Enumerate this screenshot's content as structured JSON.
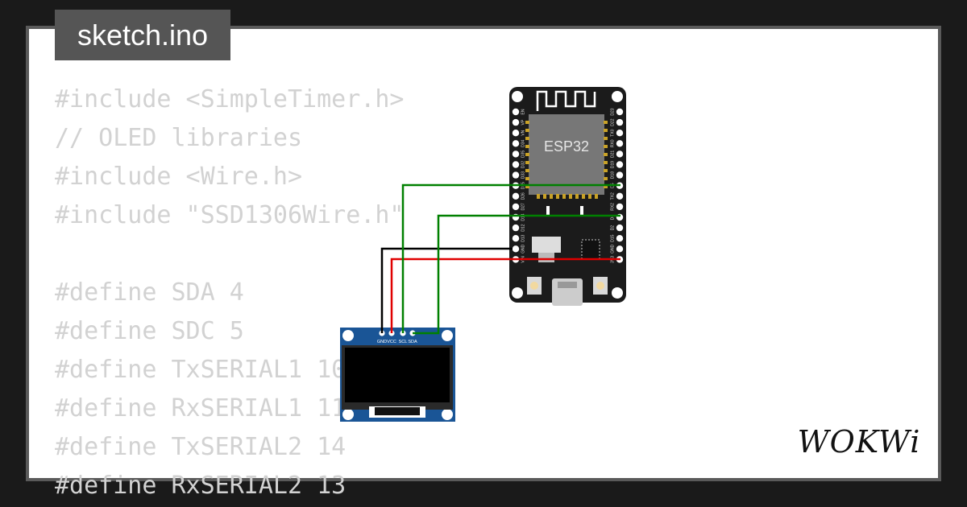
{
  "tab": {
    "filename": "sketch.ino"
  },
  "editor": {
    "code_lines": [
      "#include <SimpleTimer.h>",
      "// OLED libraries",
      "#include <Wire.h>",
      "#include \"SSD1306Wire.h\"",
      "",
      "#define SDA 4",
      "#define SDC 5",
      "#define TxSERIAL1 10",
      "#define RxSERIAL1 11",
      "#define TxSERIAL2 14",
      "#define RxSERIAL2 13"
    ]
  },
  "esp32": {
    "chip_label": "ESP32",
    "left_pins": [
      "EN",
      "VP",
      "VN",
      "D34",
      "D35",
      "D32",
      "D33",
      "D25",
      "D26",
      "D27",
      "D14",
      "D12",
      "D13",
      "GND",
      "VIN"
    ],
    "right_pins": [
      "D23",
      "D22",
      "TX0",
      "RX0",
      "D21",
      "D19",
      "D18",
      "D5",
      "TX2",
      "RX2",
      "D4",
      "D2",
      "D15",
      "GND",
      "3V3"
    ]
  },
  "oled": {
    "pins": [
      "GND",
      "VCC",
      "SCL",
      "SDA"
    ]
  },
  "wires": {
    "colors": {
      "gnd": "#000000",
      "vcc": "#e00000",
      "scl": "#008000",
      "sda": "#008000"
    }
  },
  "brand": {
    "logo_text": "WOKWi"
  }
}
